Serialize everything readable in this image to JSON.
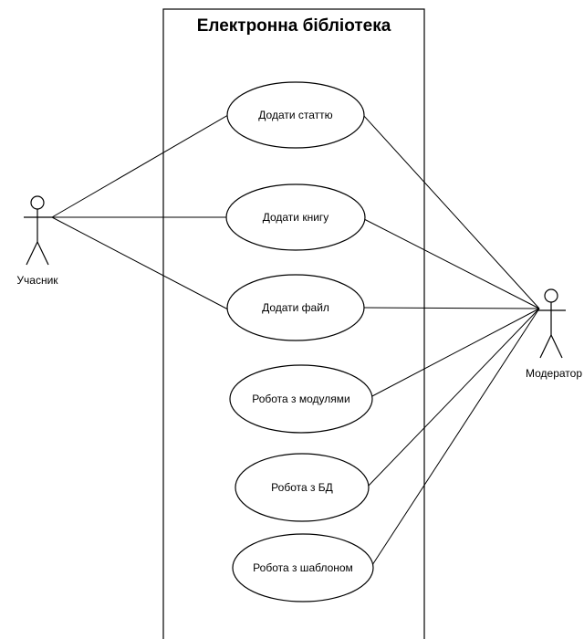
{
  "diagram": {
    "title": "Електронна бібліотека",
    "actors": [
      {
        "id": "participant",
        "label": "Учасник"
      },
      {
        "id": "moderator",
        "label": "Модератор"
      }
    ],
    "use_cases": [
      {
        "id": "add-article",
        "label": "Додати статтю"
      },
      {
        "id": "add-book",
        "label": "Додати книгу"
      },
      {
        "id": "add-file",
        "label": "Додати файл"
      },
      {
        "id": "work-modules",
        "label": "Робота з модулями"
      },
      {
        "id": "work-db",
        "label": "Робота з БД"
      },
      {
        "id": "work-template",
        "label": "Робота з шаблоном"
      }
    ],
    "associations": [
      {
        "actor": "participant",
        "use_case": "add-article"
      },
      {
        "actor": "participant",
        "use_case": "add-book"
      },
      {
        "actor": "participant",
        "use_case": "add-file"
      },
      {
        "actor": "moderator",
        "use_case": "add-article"
      },
      {
        "actor": "moderator",
        "use_case": "add-book"
      },
      {
        "actor": "moderator",
        "use_case": "add-file"
      },
      {
        "actor": "moderator",
        "use_case": "work-modules"
      },
      {
        "actor": "moderator",
        "use_case": "work-db"
      },
      {
        "actor": "moderator",
        "use_case": "work-template"
      }
    ]
  }
}
